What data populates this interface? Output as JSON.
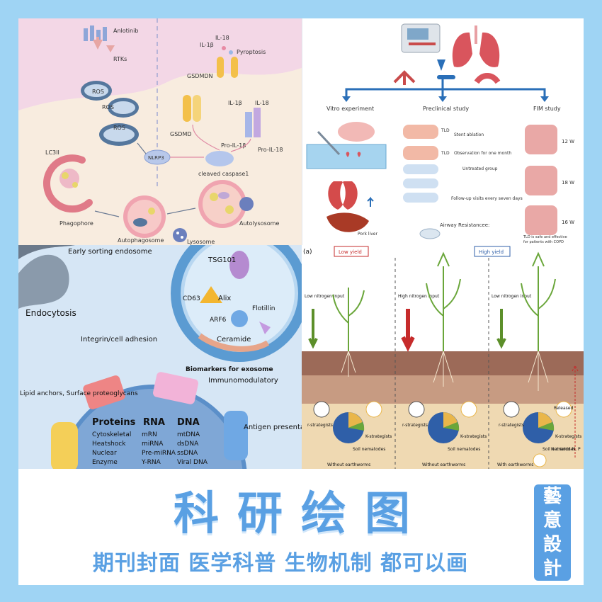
{
  "banner": {
    "title": "科研绘图",
    "subtitle": "期刊封面 医学科普 生物机制 都可以画",
    "seal_chars": [
      "藝",
      "意",
      "設",
      "計"
    ]
  },
  "panel_autophagy": {
    "labels": {
      "anlotinib": "Anlotinib",
      "rtks": "RTKs",
      "ros1": "ROS",
      "ros2": "ROS",
      "ros3": "ROS",
      "lc3ii": "LC3II",
      "phagophore": "Phagophore",
      "autophagosome": "Autophagosome",
      "lysosome": "Lysosome",
      "autolysosome": "Autolysosome",
      "nlrp3": "NLRP3",
      "cleaved_caspase1": "cleaved caspase1",
      "gsdmd": "GSDMD",
      "gsdmdn": "GSDMDN",
      "il18_top": "IL-18",
      "il1b_top": "IL-1β",
      "pyroptosis": "Pyroptosis",
      "il1b_mid": "IL-1β",
      "il18_mid": "IL-18",
      "pro_il1b": "Pro-IL-1β",
      "pro_il18": "Pro-IL-18"
    }
  },
  "panel_copd": {
    "labels": {
      "vitro": "Vitro experiment",
      "preclinical": "Preclinical study",
      "fim": "FIM study",
      "tld1": "TLD",
      "tld1_note": "Stent ablation",
      "tld2": "TLD",
      "tld2_note": "Observation for one month",
      "untreated": "Untreated group",
      "followup": "Follow-up visits every seven days",
      "airway": "Airway Resistancee:",
      "pork_liver": "Pork liver",
      "w12": "12 W",
      "w18": "18 W",
      "w16": "16 W",
      "conclusion_1": "TLD is safe and effective",
      "conclusion_2": "for patients with COPD"
    }
  },
  "panel_exosome": {
    "labels": {
      "early_sorting": "Early sorting endosome",
      "endocytosis": "Endocytosis",
      "tsg101": "TSG101",
      "alix": "Alix",
      "cd63": "CD63",
      "flotillin": "Flotillin",
      "arf6": "ARF6",
      "ceramide": "Ceramide",
      "biomarkers": "Biomarkers for exosome",
      "integrin": "Integrin/cell adhesion",
      "immunomodulatory": "Immunomodulatory",
      "lipid": "Lipid anchors, Surface proteoglycans",
      "antigen": "Antigen presentation",
      "proteins_h": "Proteins",
      "rna_h": "RNA",
      "dna_h": "DNA"
    },
    "proteins": [
      "Cytoskeletal",
      "Heatshock",
      "Nuclear",
      "Enzyme"
    ],
    "rna": [
      "mRN",
      "miRNA",
      "Pre-miRNA",
      "Y-RNA"
    ],
    "dna": [
      "mtDNA",
      "dsDNA",
      "ssDNA",
      "Viral DNA"
    ]
  },
  "panel_soil": {
    "labels": {
      "panel_tag": "(a)",
      "low_yield": "Low yield",
      "high_yield": "High yield",
      "low_n_1": "Low nitrogen input",
      "high_n": "High nitrogen input",
      "low_n_2": "Low nitrogen input",
      "r_strat": "r-strategists",
      "k_strat": "K-strategists",
      "soil_nem": "Soil nematodes",
      "without_1": "Without earthworms",
      "without_2": "Without earthworms",
      "with": "With earthworms",
      "nutrients": "Nutrients N, P",
      "released": "Released"
    },
    "colors": {
      "arrow_green": "#5c8f2a",
      "arrow_red": "#c62b2b",
      "pie_blue": "#2f5fa8"
    }
  },
  "colors": {
    "accent": "#5aa0e3",
    "frame": "#9fd4f4"
  }
}
